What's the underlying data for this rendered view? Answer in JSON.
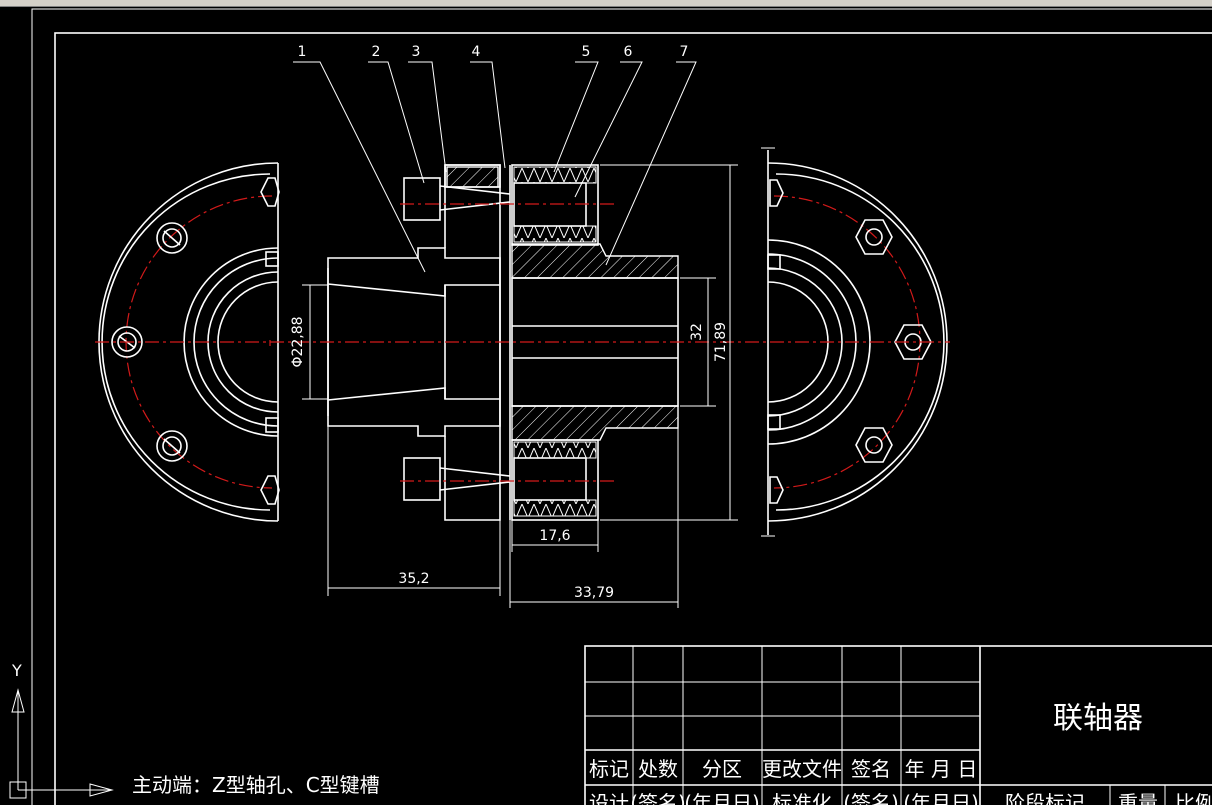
{
  "drawing": {
    "part_labels": [
      "1",
      "2",
      "3",
      "4",
      "5",
      "6",
      "7"
    ],
    "dimensions": {
      "bore_left_dia": "Φ22,88",
      "bore_right": "32",
      "flange_dia": "71,89",
      "spacer_width": "17,6",
      "left_length": "35,2",
      "right_length": "33,79"
    },
    "note": "主动端：Z型轴孔、C型键槽",
    "ucs": {
      "y_axis": "Y"
    }
  },
  "title_block": {
    "title": "联轴器",
    "header_row": [
      "标记",
      "处数",
      "分区",
      "更改文件",
      "签名",
      "年 月 日"
    ],
    "second_row": [
      "设计",
      "(签名)",
      "(年月日)",
      "标准化",
      "(签名)",
      "(年月日)"
    ],
    "right_row": [
      "阶段标记",
      "重量",
      "比例"
    ]
  }
}
